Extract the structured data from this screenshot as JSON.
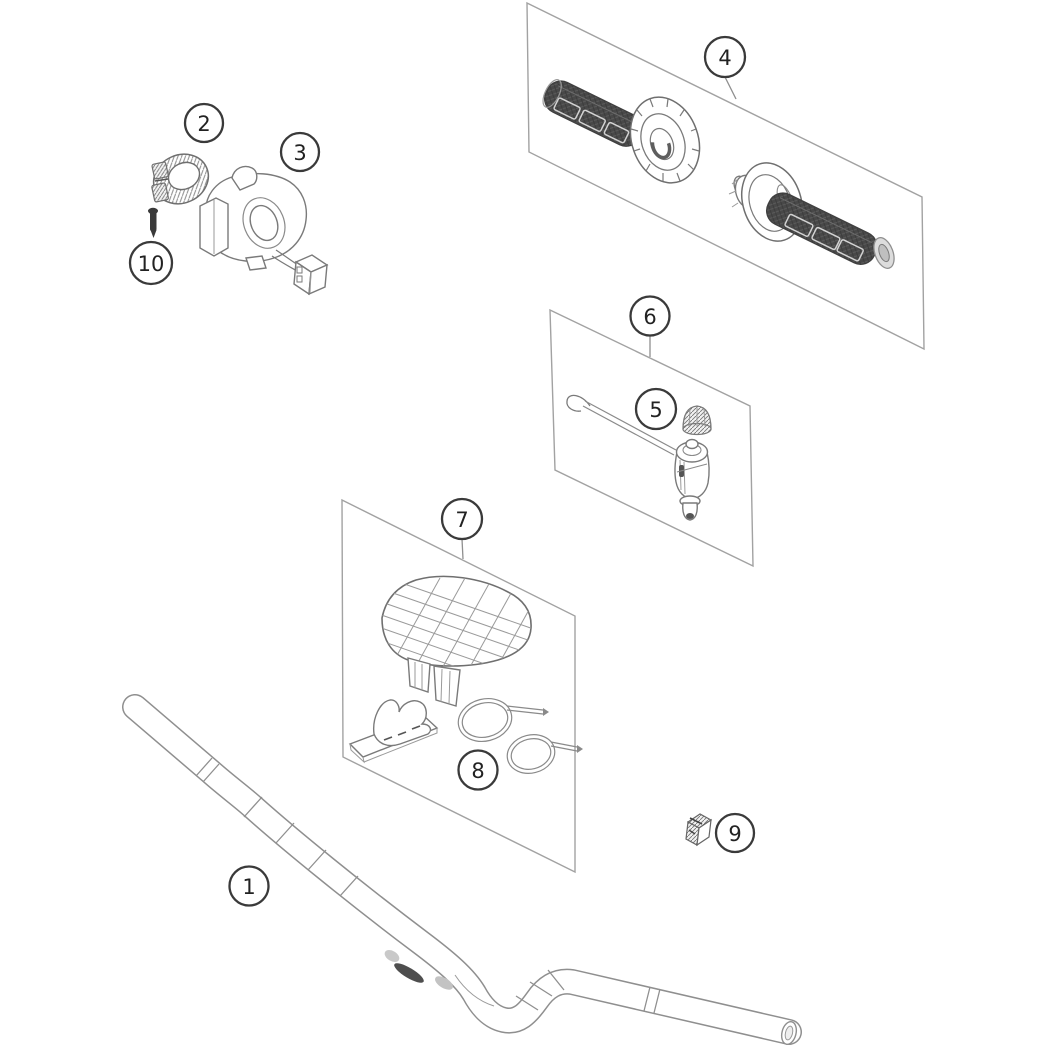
{
  "diagram": {
    "kind": "exploded-parts-diagram",
    "callouts": [
      {
        "label": "1"
      },
      {
        "label": "2"
      },
      {
        "label": "3"
      },
      {
        "label": "4"
      },
      {
        "label": "5"
      },
      {
        "label": "6"
      },
      {
        "label": "7"
      },
      {
        "label": "8"
      },
      {
        "label": "9"
      },
      {
        "label": "10"
      }
    ],
    "colors": {
      "background": "#ffffff",
      "part_outline": "#7a7a7a",
      "tube_outline": "#8f8f8f",
      "box_outline": "#a2a2a2",
      "callout_stroke": "#3a3a3a",
      "callout_text": "#222222",
      "grip_dark": "#484848"
    }
  }
}
